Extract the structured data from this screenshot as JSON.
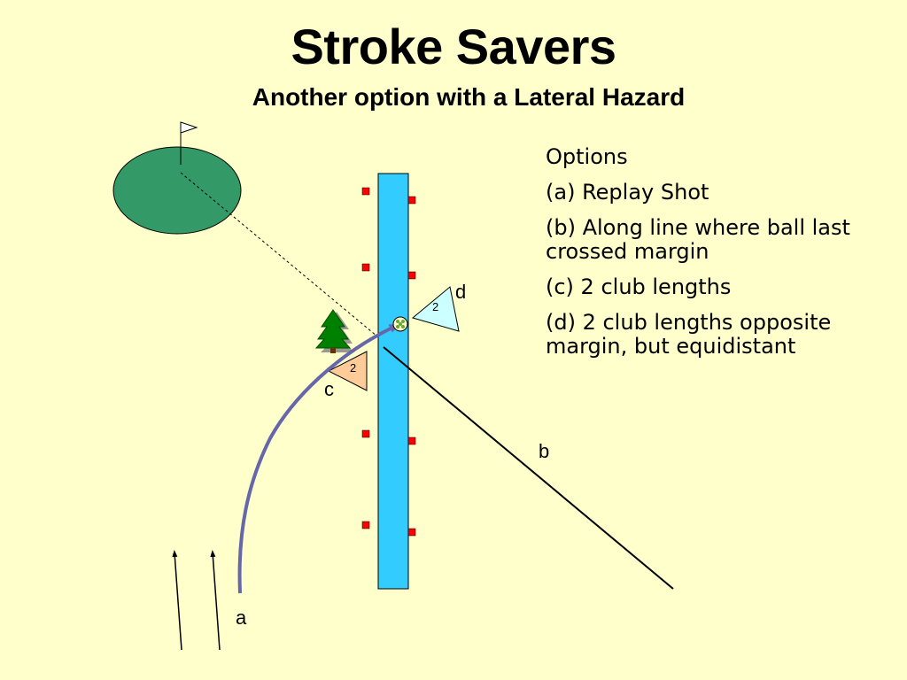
{
  "title": "Stroke Savers",
  "subtitle": "Another option with a Lateral Hazard",
  "options": {
    "heading": "Options",
    "items": [
      "(a) Replay Shot",
      "(b) Along line where ball last crossed margin",
      "(c) 2 club lengths",
      "(d) 2 club lengths opposite margin, but equidistant"
    ]
  },
  "diagram": {
    "labels": {
      "a": "a",
      "b": "b",
      "c": "c",
      "d": "d"
    },
    "club_length_marker": "2",
    "colors": {
      "background": "#ffffcc",
      "green": "#339966",
      "hazard": "#33ccff",
      "stake": "#ff0000",
      "shot_path": "#6666aa",
      "zone_c": "#ffcc99",
      "zone_d": "#ccffff",
      "tree": "#008000"
    },
    "icons": [
      "flag-icon",
      "tree-icon",
      "ball-icon",
      "arrow-icon"
    ]
  }
}
